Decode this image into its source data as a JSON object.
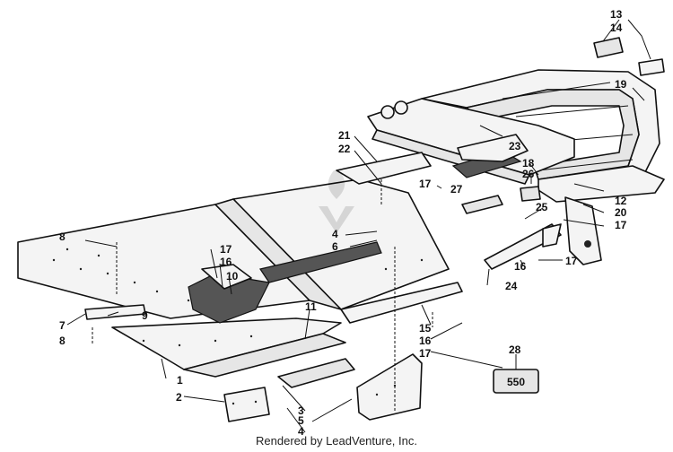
{
  "diagram": {
    "labels": [
      "1",
      "2",
      "3",
      "4",
      "5",
      "6",
      "7",
      "8",
      "9",
      "10",
      "11",
      "12",
      "13",
      "14",
      "15",
      "16",
      "17",
      "18",
      "19",
      "20",
      "21",
      "22",
      "23",
      "24",
      "25",
      "26",
      "27",
      "28"
    ],
    "badge_text": "550"
  },
  "footer": {
    "credit": "Rendered by LeadVenture, Inc."
  }
}
